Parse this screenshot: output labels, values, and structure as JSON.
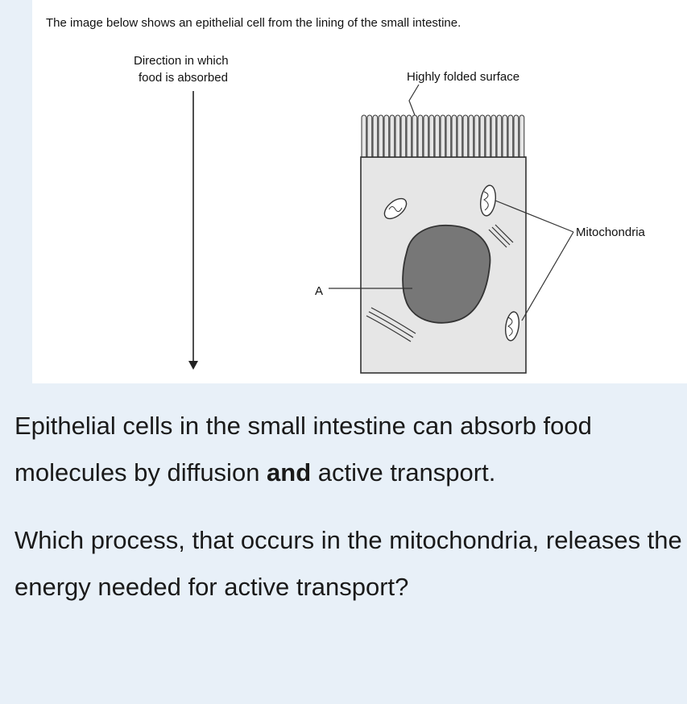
{
  "figure": {
    "caption": "The image below shows an epithelial cell from the lining of the small intestine.",
    "direction_label_line1": "Direction in which",
    "direction_label_line2": "food is absorbed",
    "surface_label": "Highly folded surface",
    "mitochondria_label": "Mitochondria",
    "nucleus_label": "A"
  },
  "question": {
    "intro_part1": "Epithelial cells in the small intestine can absorb food molecules by diffusion ",
    "intro_bold": "and",
    "intro_part2": " active transport.",
    "prompt": "Which process, that occurs in the mitochondria, releases the energy needed for active transport?"
  },
  "colors": {
    "page_background": "#e8f0f8",
    "figure_background": "#ffffff",
    "cell_fill": "#e6e6e6",
    "nucleus_fill": "#777777",
    "outline": "#333333"
  }
}
